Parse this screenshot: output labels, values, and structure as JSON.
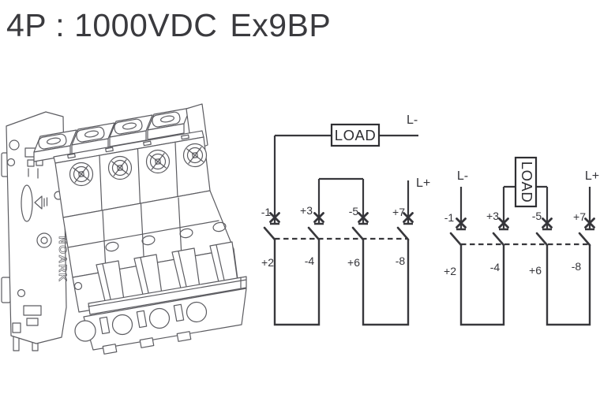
{
  "title": {
    "left": "4P : 1000VDC",
    "right": "Ex9BP"
  },
  "breaker": {
    "brand": "NOARK",
    "poles": 4
  },
  "colors": {
    "ink": "#38383c",
    "drawing_line": "#5c5c61",
    "title_text": "#3a3a3e",
    "background": "#ffffff"
  },
  "diagrams": [
    {
      "id": "diagram-1",
      "load_label": "LOAD",
      "load_orientation": "horizontal",
      "line_negative": "L-",
      "line_positive": "L+",
      "top_terminals": [
        "-1",
        "+3",
        "-5",
        "+7"
      ],
      "bottom_terminals": [
        "+2",
        "-4",
        "+6",
        "-8"
      ]
    },
    {
      "id": "diagram-2",
      "load_label": "LOAD",
      "load_orientation": "vertical",
      "line_negative": "L-",
      "line_positive": "L+",
      "top_terminals": [
        "-1",
        "+3",
        "-5",
        "+7"
      ],
      "bottom_terminals": [
        "+2",
        "-4",
        "+6",
        "-8"
      ]
    }
  ]
}
